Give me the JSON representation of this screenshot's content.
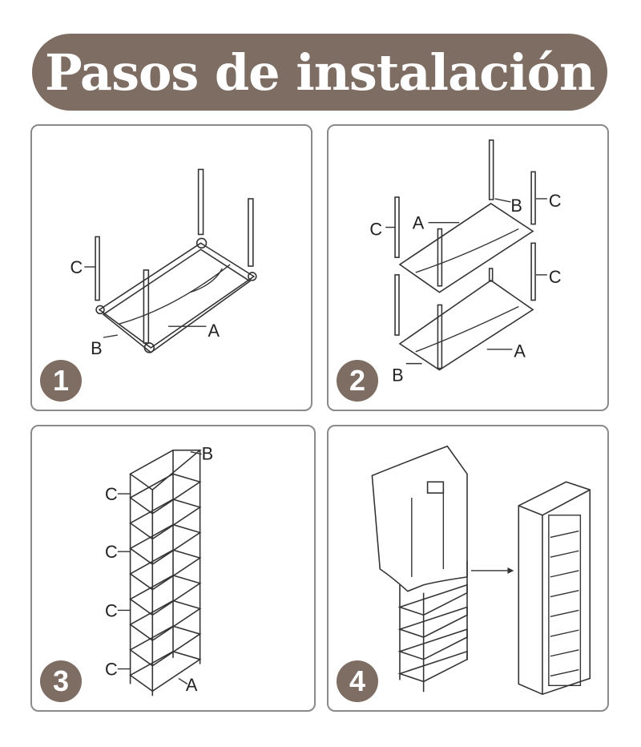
{
  "title": "Pasos de instalación",
  "colors": {
    "banner": "#7e6d62",
    "badge": "#7e6d62",
    "border": "#8a8a8a"
  },
  "steps": [
    {
      "number": "1",
      "labels": {
        "a": "A",
        "b": "B",
        "c": "C"
      }
    },
    {
      "number": "2",
      "labels": {
        "a": "A",
        "a2": "A",
        "b": "B",
        "b2": "B",
        "c": "C",
        "c2": "C",
        "c3": "C"
      }
    },
    {
      "number": "3",
      "labels": {
        "a": "A",
        "b": "B",
        "c": "C",
        "c2": "C",
        "c3": "C",
        "c4": "C"
      }
    },
    {
      "number": "4"
    }
  ]
}
